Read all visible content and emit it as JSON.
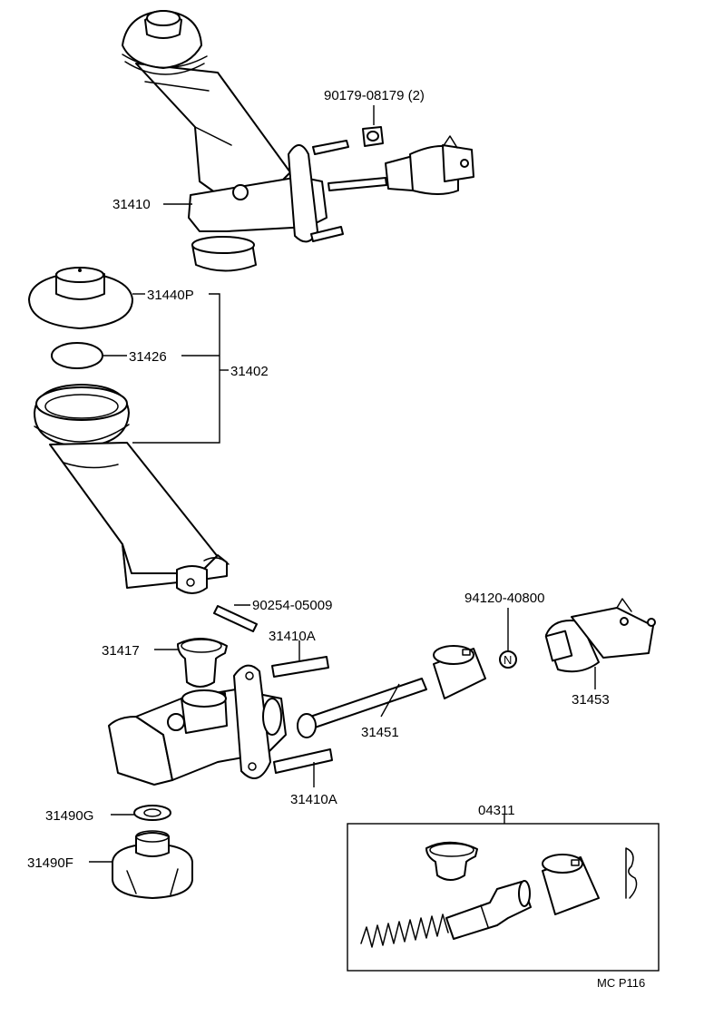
{
  "labels": {
    "p90179": "90179-08179 (2)",
    "p31410": "31410",
    "p31440P": "31440P",
    "p31426": "31426",
    "p31402": "31402",
    "p90254": "90254-05009",
    "p94120": "94120-40800",
    "p31410A_top": "31410A",
    "p31417": "31417",
    "p31451": "31451",
    "p31453": "31453",
    "p31410A_bottom": "31410A",
    "p31490G": "31490G",
    "p31490F": "31490F",
    "p04311": "04311",
    "code": "MC P116",
    "nut_mark": "N"
  }
}
